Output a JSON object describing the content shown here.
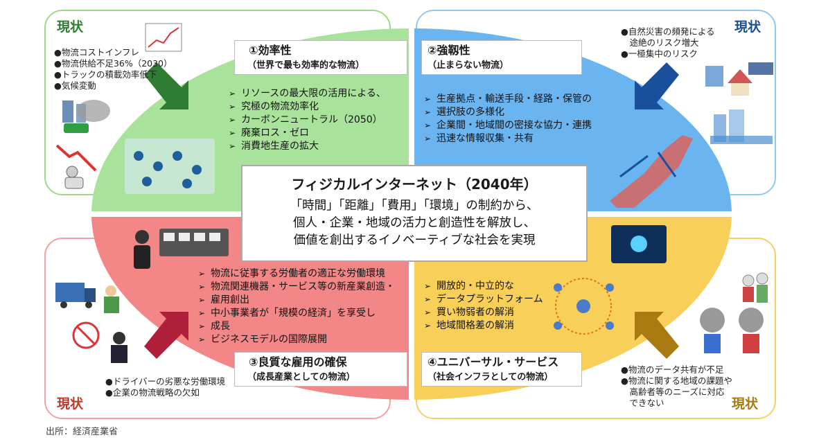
{
  "labels": {
    "current": "現状",
    "source": "出所：経済産業省"
  },
  "colors": {
    "green": "#a9e29a",
    "blue": "#6ab4f0",
    "red": "#f38686",
    "yellow": "#f8cf58",
    "arrow_green": "#2e7d32",
    "arrow_blue": "#1a4f9c",
    "arrow_red": "#b0203a",
    "arrow_yellow": "#a87a10"
  },
  "center": {
    "title": "フィジカルインターネット（2040年）",
    "lines": [
      "「時間」「距離」「費用」「環境」の制約から、",
      "個人・企業・地域の活力と創造性を解放し、",
      "価値を創出するイノベーティブな社会を実現"
    ]
  },
  "quadrants": {
    "efficiency": {
      "title": "①効率性",
      "subtitle": "（世界で最も効率的な物流）",
      "items": [
        "リソースの最大限の活用による、",
        "究極の物流効率化",
        "カーボンニュートラル（2050）",
        "廃棄ロス・ゼロ",
        "消費地生産の拡大"
      ]
    },
    "resilience": {
      "title": "②強靱性",
      "subtitle": "（止まらない物流）",
      "items": [
        "生産拠点・輸送手段・経路・保管の",
        "選択肢の多様化",
        "企業間・地域間の密接な協力・連携",
        "迅速な情報収集・共有"
      ]
    },
    "employment": {
      "title": "③良質な雇用の確保",
      "subtitle": "（成長産業としての物流）",
      "items": [
        "物流に従事する労働者の適正な労働環境",
        "物流関連機器・サービス等の新産業創造・",
        "雇用創出",
        "中小事業者が「規模の経済」を享受し",
        "成長",
        "ビジネスモデルの国際展開"
      ]
    },
    "universal": {
      "title": "④ユニバーサル・サービス",
      "subtitle": "（社会インフラとしての物流）",
      "items": [
        "開放的・中立的な",
        "データプラットフォーム",
        "買い物弱者の解消",
        "地域間格差の解消"
      ]
    }
  },
  "current_issues": {
    "top_left": [
      "●物流コストインフレ",
      "●物流供給不足36%（2030）",
      "●トラックの積載効率低下",
      "●気候変動"
    ],
    "top_right": [
      "●自然災害の頻発による",
      "　途絶のリスク増大",
      "●一極集中のリスク"
    ],
    "bottom_left": [
      "●ドライバーの劣悪な労働環境",
      "●企業の物流戦略の欠如"
    ],
    "bottom_right": [
      "●物流のデータ共有が不足",
      "●物流に関する地域の課題や",
      "　高齢者等のニーズに対応",
      "　できない"
    ]
  }
}
